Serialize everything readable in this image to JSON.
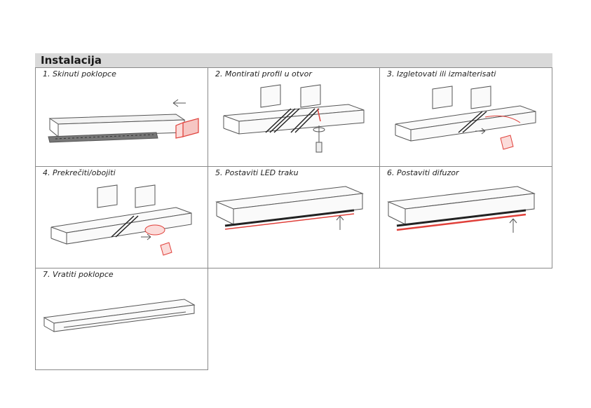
{
  "header": {
    "title": "Instalacija"
  },
  "steps": [
    {
      "label": "1. Skinuti poklopce"
    },
    {
      "label": "2. Montirati profil u otvor"
    },
    {
      "label": "3. Izgletovati ili izmalterisati"
    },
    {
      "label": "4. Prekrečiti/obojiti"
    },
    {
      "label": "5. Postaviti LED traku"
    },
    {
      "label": "6. Postaviti difuzor"
    },
    {
      "label": "7. Vratiti poklopce"
    }
  ],
  "colors": {
    "accent_red": "#e0403a",
    "line": "#555555",
    "header_bg": "#d9d9d9"
  }
}
